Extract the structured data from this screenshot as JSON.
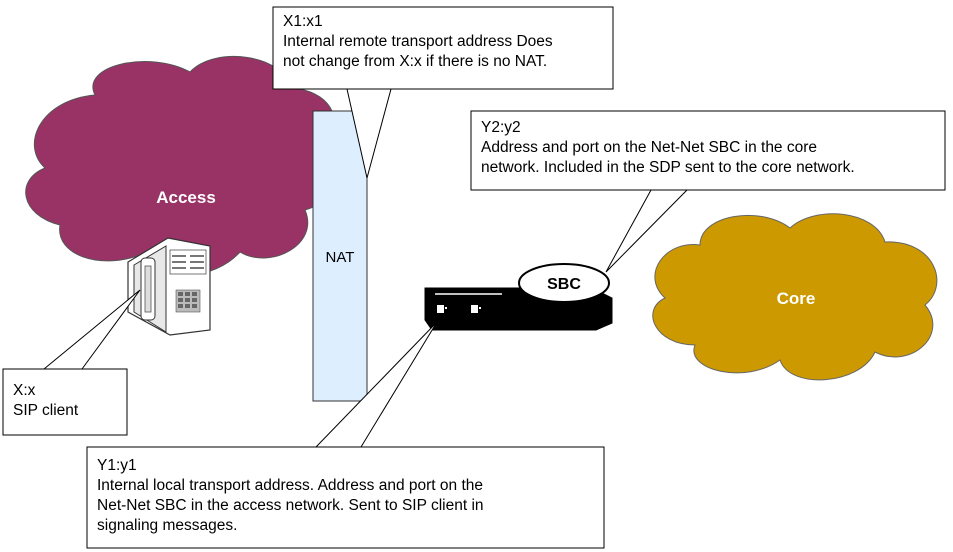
{
  "colors": {
    "access_cloud": "#993366",
    "core_cloud": "#cc9900",
    "nat_fill": "#ddeeff",
    "sbc_body": "#000000"
  },
  "clouds": {
    "access_label": "Access",
    "core_label": "Core"
  },
  "nat": {
    "label": "NAT"
  },
  "sbc": {
    "label": "SBC"
  },
  "icons": {
    "phone": "telephone-icon",
    "sbc_device": "sbc-appliance-icon"
  },
  "callouts": {
    "x1x1": {
      "title": "X1:x1",
      "lines": [
        "Internal remote transport address Does",
        "not change from X:x if there is no NAT."
      ]
    },
    "y2y2": {
      "title": "Y2:y2",
      "lines": [
        "Address and port on the Net-Net SBC in the core",
        "network. Included in the SDP sent to the core network."
      ]
    },
    "xx": {
      "title": "X:x",
      "lines": [
        "SIP client"
      ]
    },
    "y1y1": {
      "title": "Y1:y1",
      "lines": [
        "Internal local transport address. Address and port on the",
        "Net-Net SBC in the access network. Sent to SIP client in",
        "signaling messages."
      ]
    }
  }
}
